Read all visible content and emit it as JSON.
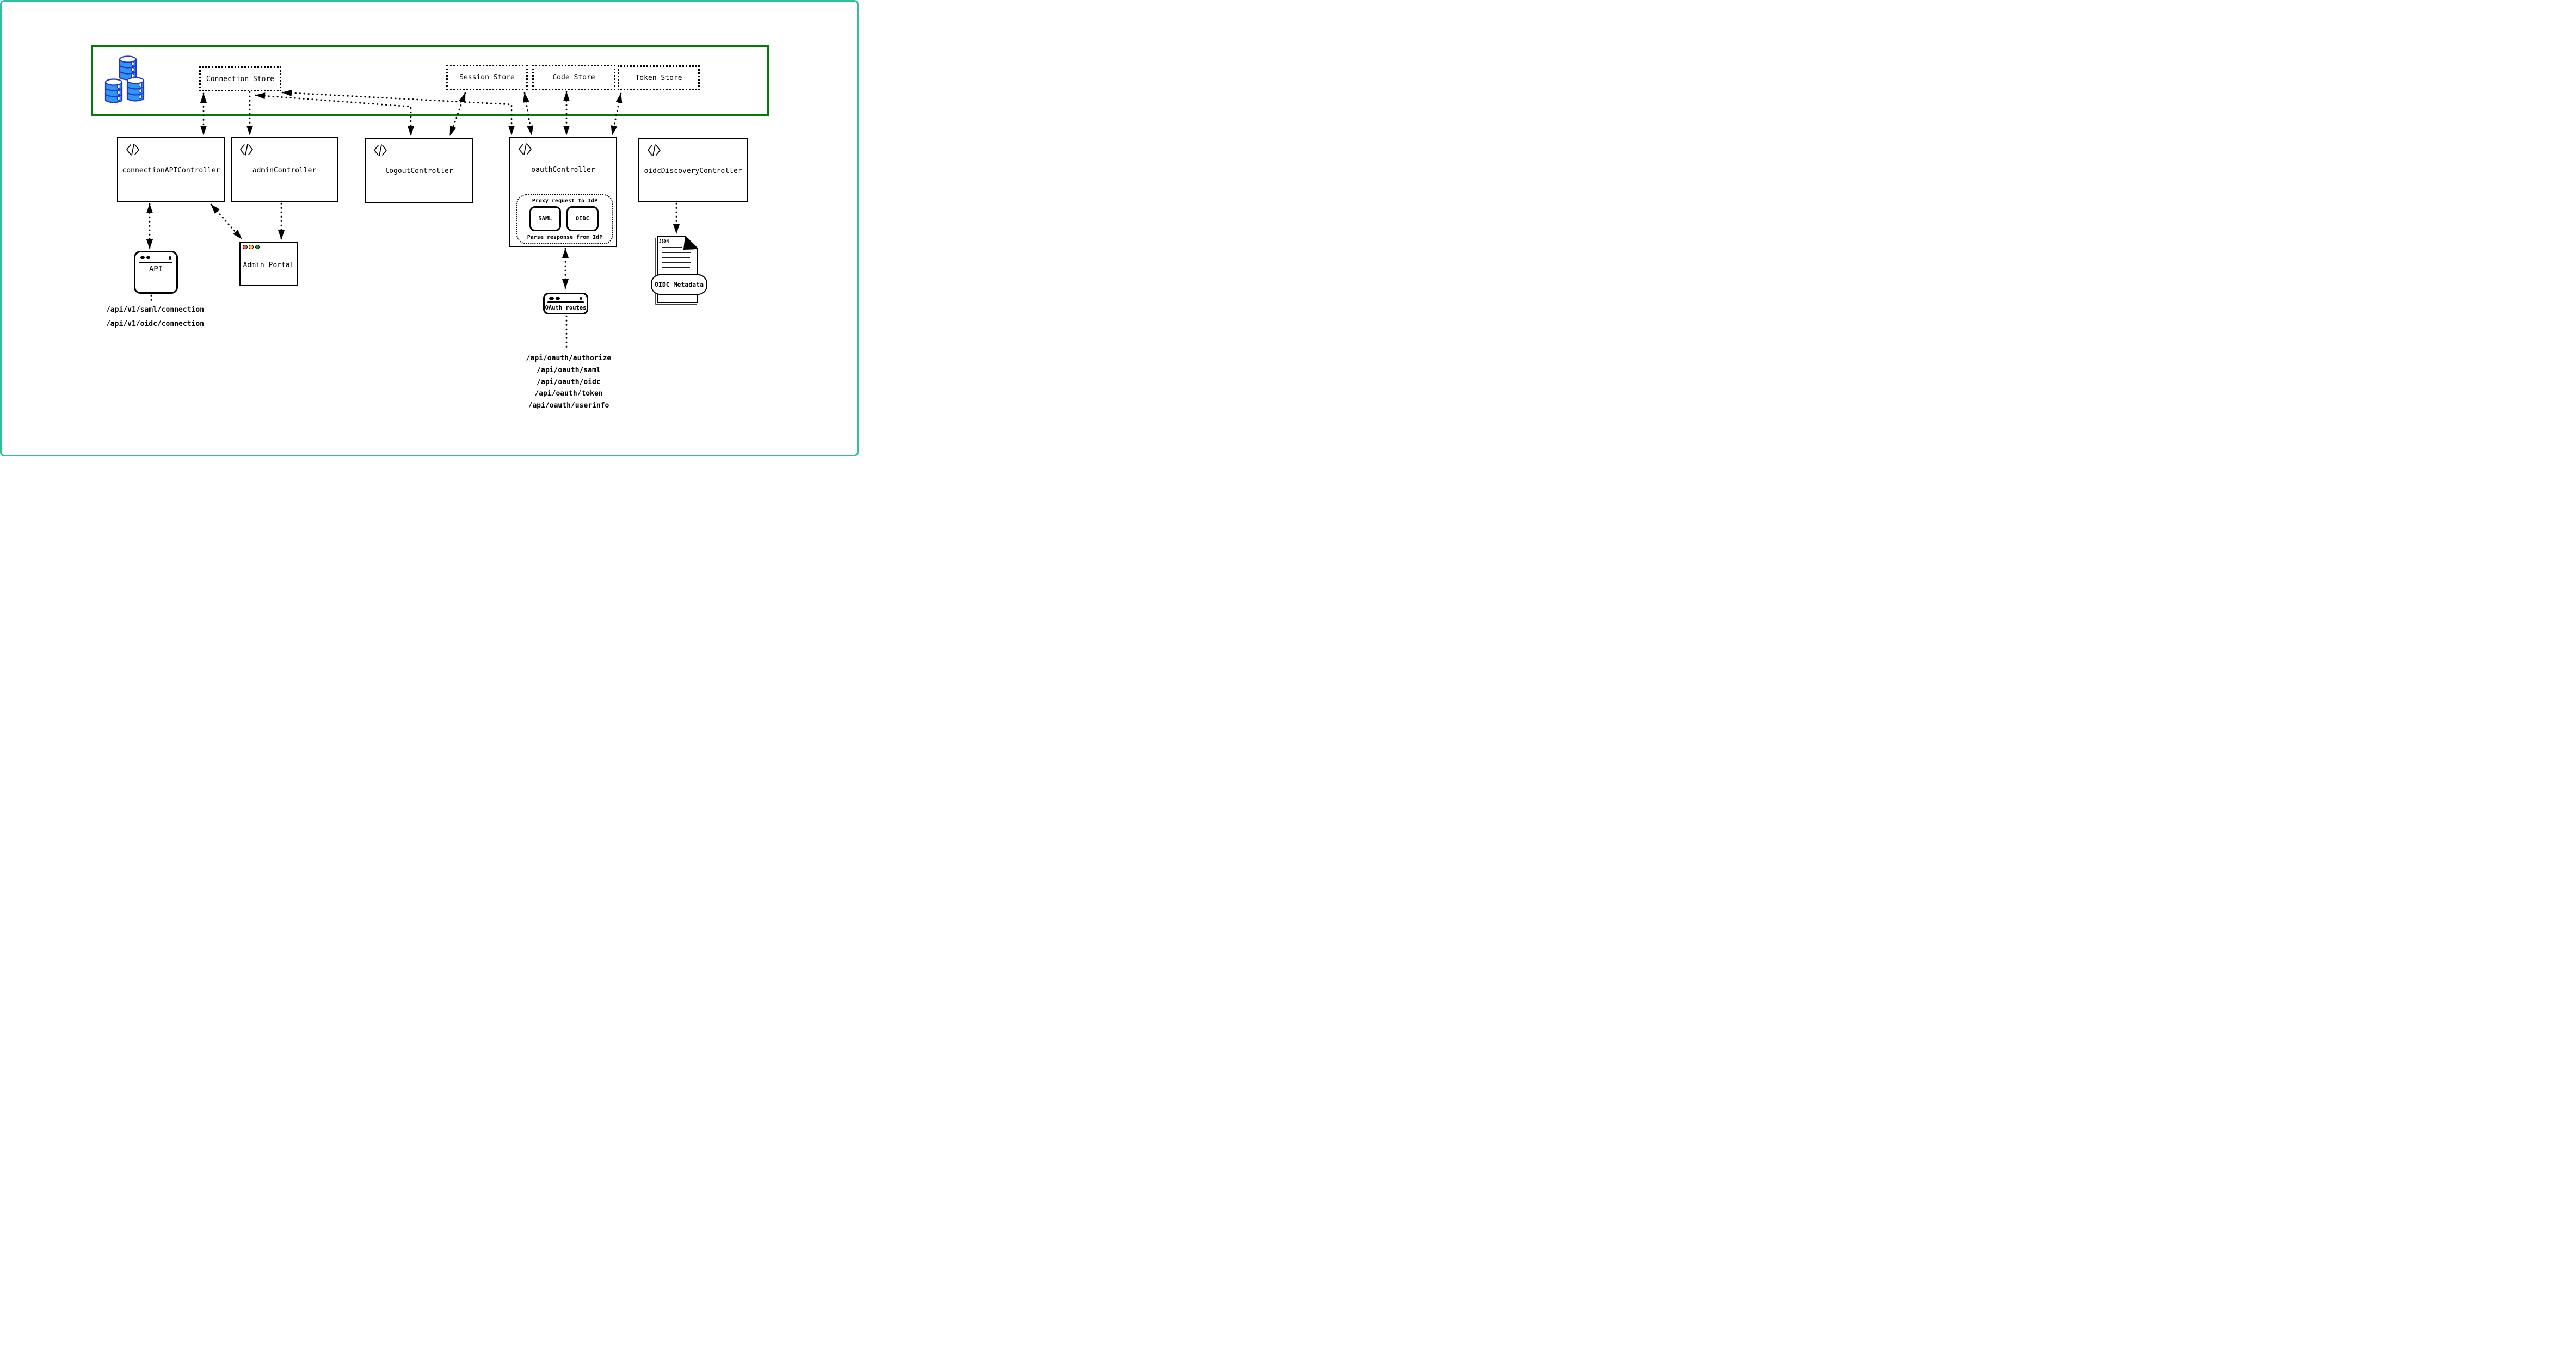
{
  "palette": {
    "outer_frame": "#2fbf9c",
    "store_container_border": "#067c06",
    "ink": "#000000",
    "database_fill": "#2f97ef",
    "database_stroke": "#2135cb",
    "traffic_red": "#f8615a",
    "traffic_yellow": "#f7d158",
    "traffic_green": "#2d9632"
  },
  "data_stores": {
    "items": [
      {
        "label": "Connection Store"
      },
      {
        "label": "Session Store"
      },
      {
        "label": "Code Store"
      },
      {
        "label": "Token Store"
      }
    ]
  },
  "controllers": {
    "connection_api": {
      "label": "connectionAPIController"
    },
    "admin": {
      "label": "adminController"
    },
    "logout": {
      "label": "logoutController"
    },
    "oauth": {
      "label": "oauthController"
    },
    "oidc_discovery": {
      "label": "oidcDiscoveryController"
    }
  },
  "oauth_idp_proxy": {
    "top_label": "Proxy request to IdP",
    "protocols": [
      {
        "label": "SAML"
      },
      {
        "label": "OIDC"
      }
    ],
    "bottom_label": "Parse response from IdP"
  },
  "windows": {
    "api": {
      "label": "API"
    },
    "admin_portal": {
      "label": "Admin Portal"
    },
    "oauth_routes": {
      "label": "OAuth routes"
    }
  },
  "api_endpoints": [
    "/api/v1/saml/connection",
    "/api/v1/oidc/connection"
  ],
  "oauth_endpoints": [
    "/api/oauth/authorize",
    "/api/oauth/saml",
    "/api/oauth/oidc",
    "/api/oauth/token",
    "/api/oauth/userinfo"
  ],
  "oidc_document": {
    "file_type_label": "JSON",
    "label": "OIDC Metadata"
  },
  "connections": [
    {
      "from": "Connection Store",
      "to": "connectionAPIController",
      "bidirectional": true
    },
    {
      "from": "Connection Store",
      "to": "adminController",
      "bidirectional": false
    },
    {
      "from": "Connection Store",
      "to": "logoutController",
      "bidirectional": true
    },
    {
      "from": "Connection Store",
      "to": "oauthController",
      "bidirectional": true
    },
    {
      "from": "Session Store",
      "to": "logoutController",
      "bidirectional": true
    },
    {
      "from": "Session Store",
      "to": "oauthController",
      "bidirectional": true
    },
    {
      "from": "Code Store",
      "to": "oauthController",
      "bidirectional": true
    },
    {
      "from": "Token Store",
      "to": "oauthController",
      "bidirectional": true
    },
    {
      "from": "connectionAPIController",
      "to": "API",
      "bidirectional": true
    },
    {
      "from": "connectionAPIController",
      "to": "Admin Portal",
      "bidirectional": true
    },
    {
      "from": "adminController",
      "to": "Admin Portal",
      "bidirectional": false
    },
    {
      "from": "oauthController",
      "to": "OAuth routes",
      "bidirectional": true
    },
    {
      "from": "oidcDiscoveryController",
      "to": "OIDC Metadata",
      "bidirectional": false
    },
    {
      "from": "API",
      "to": "api_endpoints",
      "bidirectional": false
    },
    {
      "from": "OAuth routes",
      "to": "oauth_endpoints",
      "bidirectional": false
    }
  ]
}
